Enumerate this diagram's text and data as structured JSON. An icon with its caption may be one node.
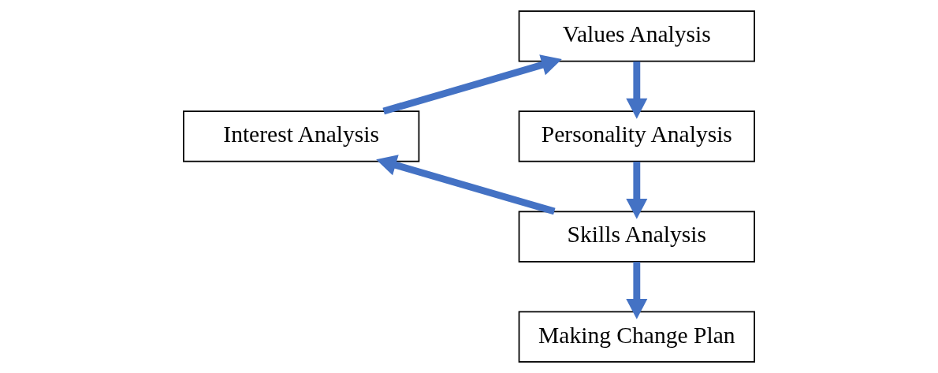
{
  "diagram": {
    "nodes": [
      {
        "text": [
          "Interest Analysis"
        ]
      },
      {
        "text": [
          "Values Analysis"
        ]
      },
      {
        "text": [
          "Personality Analysis"
        ]
      },
      {
        "text": [
          "Skills Analysis"
        ]
      },
      {
        "text": [
          "Making Change Plan"
        ]
      }
    ],
    "edges": [
      {
        "from": 0,
        "to": 1,
        "arrow": "to"
      },
      {
        "from": 1,
        "to": 2,
        "arrow": "to"
      },
      {
        "from": 2,
        "to": 3,
        "arrow": "to"
      },
      {
        "from": 3,
        "to": 0,
        "arrow": "to"
      },
      {
        "from": 3,
        "to": 4,
        "arrow": "to"
      }
    ]
  }
}
